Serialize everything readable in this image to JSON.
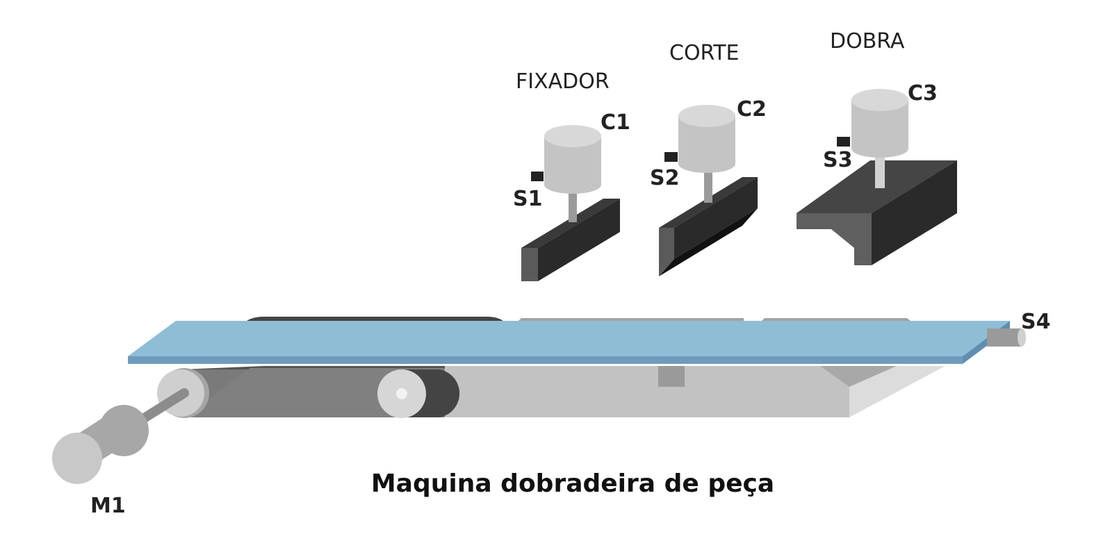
{
  "stations": {
    "fixador": {
      "title": "FIXADOR",
      "cylinder": "C1",
      "sensor": "S1"
    },
    "corte": {
      "title": "CORTE",
      "cylinder": "C2",
      "sensor": "S2"
    },
    "dobra": {
      "title": "DOBRA",
      "cylinder": "C3",
      "sensor": "S3"
    }
  },
  "conveyor": {
    "end_sensor": "S4",
    "motor": "M1"
  },
  "caption": "Maquina dobradeira de peça",
  "colors": {
    "workpiece": "#8fbdd6",
    "workpiece_edge": "#6f9cbc",
    "cylinder": "#c4c4c4",
    "cylinder_top": "#d8d8d8",
    "tool_dark": "#2a2a2a",
    "tool_face": "#5a5a5a",
    "base": "#c2c2c2"
  }
}
